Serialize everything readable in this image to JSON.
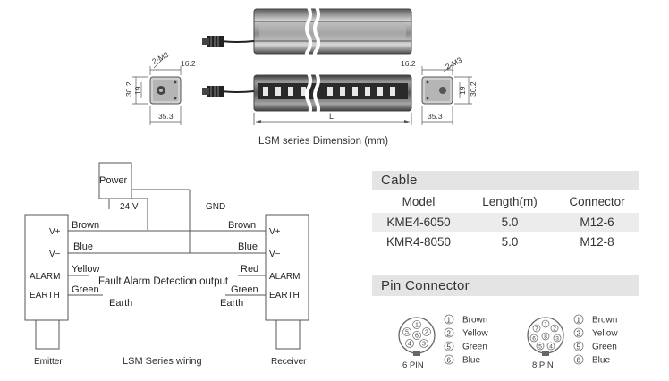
{
  "dimension": {
    "caption": "LSM series Dimension  (mm)",
    "left_thread": "2-M3",
    "left_width_top": "16.2",
    "left_height_outer": "30.2",
    "left_height_inner": "19",
    "left_width_bottom": "35.3",
    "length_label": "L",
    "right_thread": "2-M3",
    "right_width_top": "16.2",
    "right_height_inner": "19",
    "right_height_outer": "30.2",
    "right_width_bottom": "35.3"
  },
  "wiring": {
    "caption": "LSM Series wiring",
    "power": "Power",
    "v24": "24 V",
    "gnd": "GND",
    "emitter": "Emitter",
    "receiver": "Receiver",
    "left_labels": [
      "V+",
      "V−",
      "ALARM",
      "EARTH"
    ],
    "right_labels": [
      "V+",
      "V−",
      "ALARM",
      "EARTH"
    ],
    "wire_brown_left": "Brown",
    "wire_blue_left": "Blue",
    "wire_yellow_left": "Yellow",
    "wire_green_left": "Green",
    "wire_brown_right": "Brown",
    "wire_blue_right": "Blue",
    "wire_red_right": "Red",
    "wire_green_right": "Green",
    "fault_alarm": "Fault Alarm Detection output",
    "earth_left": "Earth",
    "earth_right": "Earth"
  },
  "cable": {
    "title": "Cable",
    "headers": [
      "Model",
      "Length(m)",
      "Connector"
    ],
    "rows": [
      [
        "KME4-6050",
        "5.0",
        "M12-6"
      ],
      [
        "KMR4-8050",
        "5.0",
        "M12-8"
      ]
    ]
  },
  "pin": {
    "title": "Pin Connector",
    "six_pin_label": "6  PIN",
    "eight_pin_label": "8  PIN",
    "six_legend": [
      {
        "num": "1",
        "color": "Brown"
      },
      {
        "num": "2",
        "color": "Yellow"
      },
      {
        "num": "5",
        "color": "Green"
      },
      {
        "num": "6",
        "color": "Blue"
      }
    ],
    "eight_legend": [
      {
        "num": "1",
        "color": "Brown"
      },
      {
        "num": "2",
        "color": "Yellow"
      },
      {
        "num": "5",
        "color": "Green"
      },
      {
        "num": "6",
        "color": "Blue"
      }
    ],
    "six_pin_numbers": [
      "1",
      "2",
      "3",
      "4",
      "5",
      "6"
    ],
    "eight_pin_numbers": [
      "1",
      "2",
      "3",
      "4",
      "5",
      "6",
      "7",
      "8"
    ]
  }
}
